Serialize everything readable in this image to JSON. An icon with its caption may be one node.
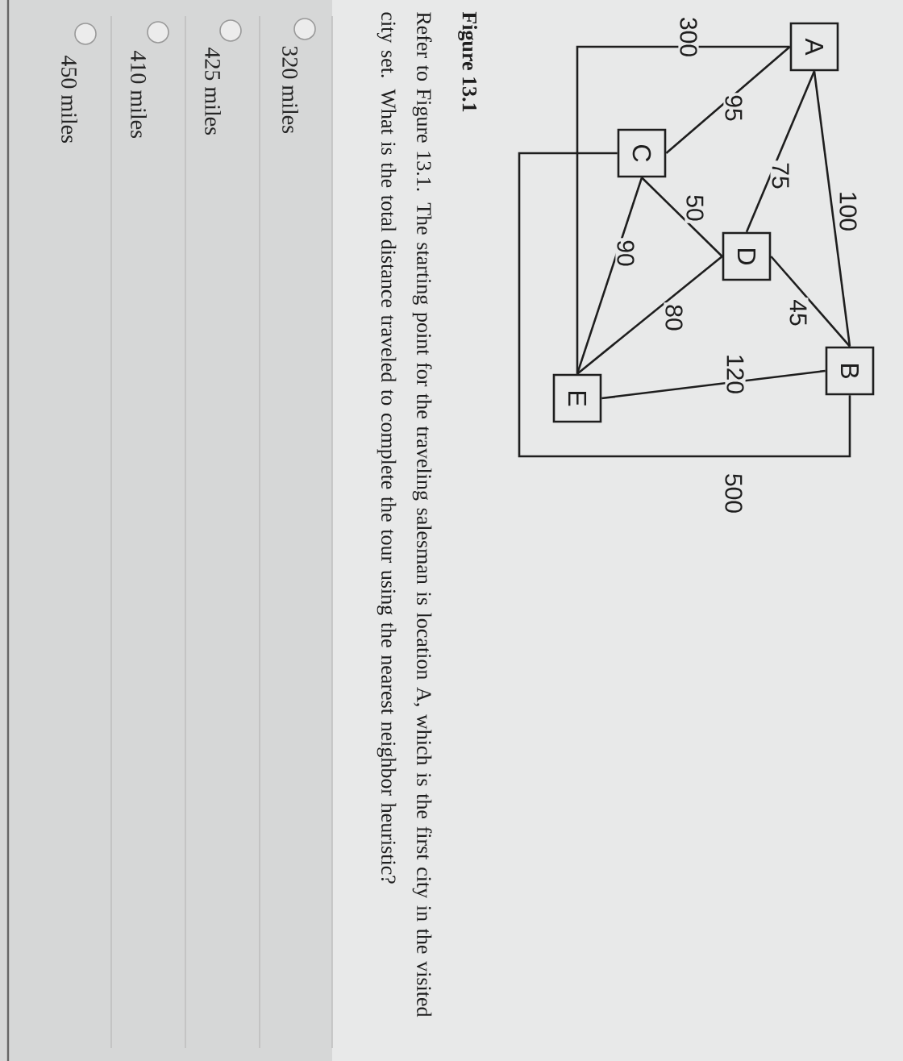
{
  "diagram": {
    "caption": "Figure 13.1",
    "nodes": [
      {
        "text": [
          "A"
        ]
      },
      {
        "text": [
          "B"
        ]
      },
      {
        "text": [
          "C"
        ]
      },
      {
        "text": [
          "D"
        ]
      },
      {
        "text": [
          "E"
        ]
      }
    ],
    "edges": [
      {
        "from": 0,
        "to": 1,
        "arrow": "none",
        "label": "100"
      },
      {
        "from": 0,
        "to": 3,
        "arrow": "none",
        "label": "75"
      },
      {
        "from": 0,
        "to": 2,
        "arrow": "none",
        "label": "95"
      },
      {
        "from": 0,
        "to": 4,
        "arrow": "none",
        "label": "300"
      },
      {
        "from": 2,
        "to": 3,
        "arrow": "none",
        "label": "50"
      },
      {
        "from": 2,
        "to": 4,
        "arrow": "none",
        "label": "90"
      },
      {
        "from": 3,
        "to": 4,
        "arrow": "none",
        "label": "80"
      },
      {
        "from": 3,
        "to": 1,
        "arrow": "none",
        "label": "45"
      },
      {
        "from": 4,
        "to": 1,
        "arrow": "none",
        "label": "120"
      },
      {
        "from": 2,
        "to": 1,
        "arrow": "none",
        "label": "500"
      }
    ],
    "labels": [
      "Refer to Figure 13.1. The starting point for the traveling salesman is location A, which is the first city in the visited city set. What is the total distance traveled to complete the tour using the nearest neighbor heuristic?",
      "320 miles",
      "425 miles",
      "410 miles",
      "450 miles"
    ]
  }
}
